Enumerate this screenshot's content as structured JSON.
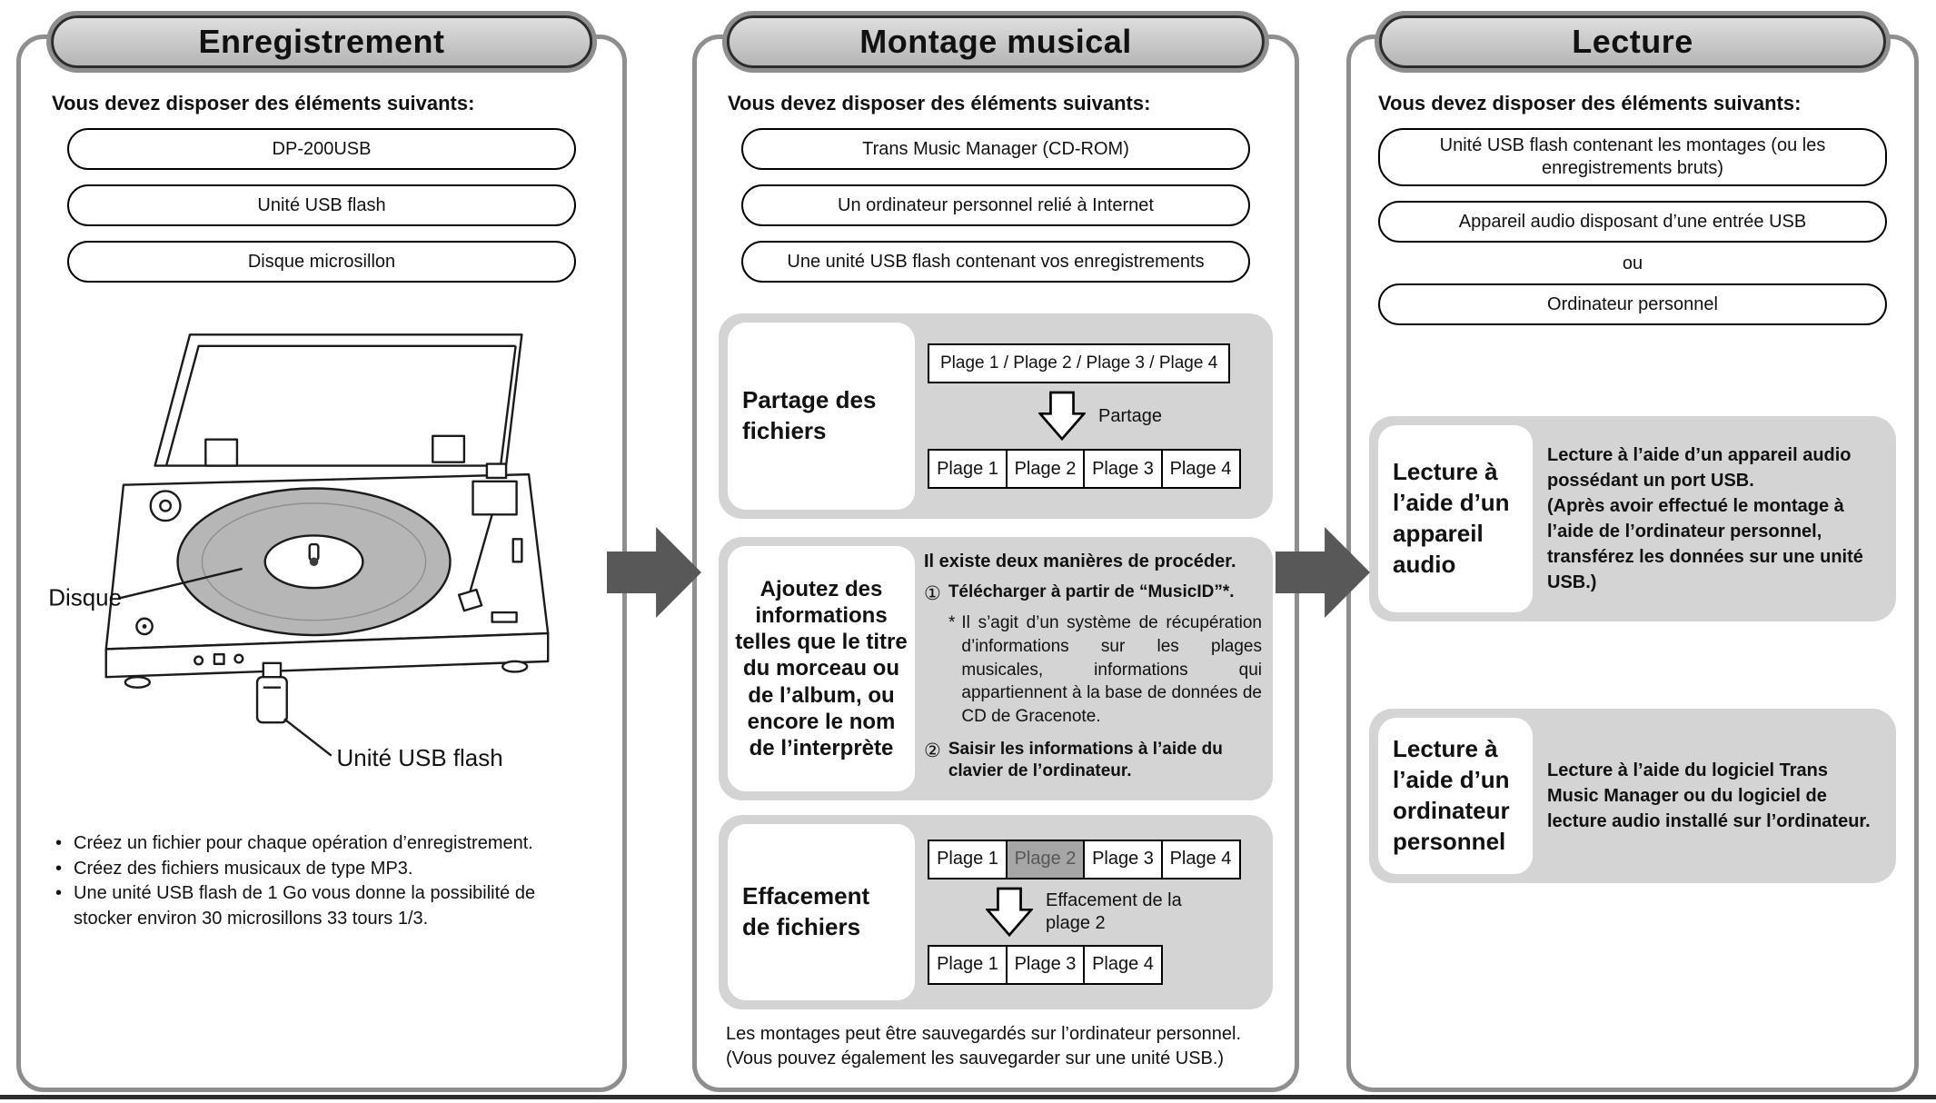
{
  "panels": {
    "recording": {
      "title": "Enregistrement",
      "requirements_heading": "Vous devez disposer des éléments suivants:",
      "requirements": [
        "DP-200USB",
        "Unité USB flash",
        "Disque microsillon"
      ],
      "disc_label": "Disque",
      "usb_label": "Unité USB flash",
      "notes": [
        "Créez un fichier pour chaque opération d’enregistrement.",
        "Créez des fichiers musicaux de type MP3.",
        "Une unité USB flash de 1 Go vous donne la possibilité de stocker environ 30 microsillons 33 tours 1/3."
      ]
    },
    "editing": {
      "title": "Montage musical",
      "requirements_heading": "Vous devez disposer des éléments suivants:",
      "requirements": [
        "Trans Music Manager (CD-ROM)",
        "Un ordinateur personnel relié à Internet",
        "Une unité USB flash contenant vos enregistrements"
      ],
      "sharing": {
        "label": "Partage des fichiers",
        "combined_tracks": "Plage 1 / Plage 2 / Plage 3 / Plage 4",
        "arrow_label": "Partage",
        "tracks": [
          "Plage 1",
          "Plage 2",
          "Plage 3",
          "Plage 4"
        ]
      },
      "tagging": {
        "label": "Ajoutez des informations telles que le titre du morceau ou de l’album, ou encore le nom de l’interprète",
        "intro": "Il existe deux manières de procéder.",
        "step1_num": "①",
        "step1": "Télécharger à partir de “MusicID”*.",
        "footnote_marker": "*",
        "footnote": "Il s’agit d’un système de récupération d’informations sur les plages musicales, informations qui appartiennent à la base de données de CD de Gracenote.",
        "step2_num": "②",
        "step2": "Saisir les informations à l’aide du clavier de l’ordinateur."
      },
      "erasing": {
        "label": "Effacement de fichiers",
        "tracks_before": [
          "Plage 1",
          "Plage 2",
          "Plage 3",
          "Plage 4"
        ],
        "arrow_label": "Effacement de la plage 2",
        "tracks_after": [
          "Plage 1",
          "Plage 3",
          "Plage 4"
        ]
      },
      "footer": [
        "Les montages peut être sauvegardés sur l’ordinateur personnel.",
        "(Vous pouvez également les sauvegarder sur une unité USB.)"
      ]
    },
    "playback": {
      "title": "Lecture",
      "requirements_heading": "Vous devez disposer des éléments suivants:",
      "requirements": [
        "Unité USB flash contenant les montages (ou les enregistrements bruts)",
        "Appareil audio disposant d’une entrée USB",
        "Ordinateur personnel"
      ],
      "or_text": "ou",
      "audio_device": {
        "label": "Lecture à l’aide d’un appareil audio",
        "lines": [
          "Lecture à l’aide d’un appareil audio possédant un port USB.",
          "(Après avoir effectué le montage à l’aide de l’ordinateur personnel, transférez les données sur une unité USB.)"
        ]
      },
      "computer": {
        "label": "Lecture à l’aide d’un ordinateur personnel",
        "lines": [
          "Lecture à l’aide du logiciel Trans Music Manager ou du logiciel de lecture audio installé sur l’ordinateur."
        ]
      }
    }
  }
}
